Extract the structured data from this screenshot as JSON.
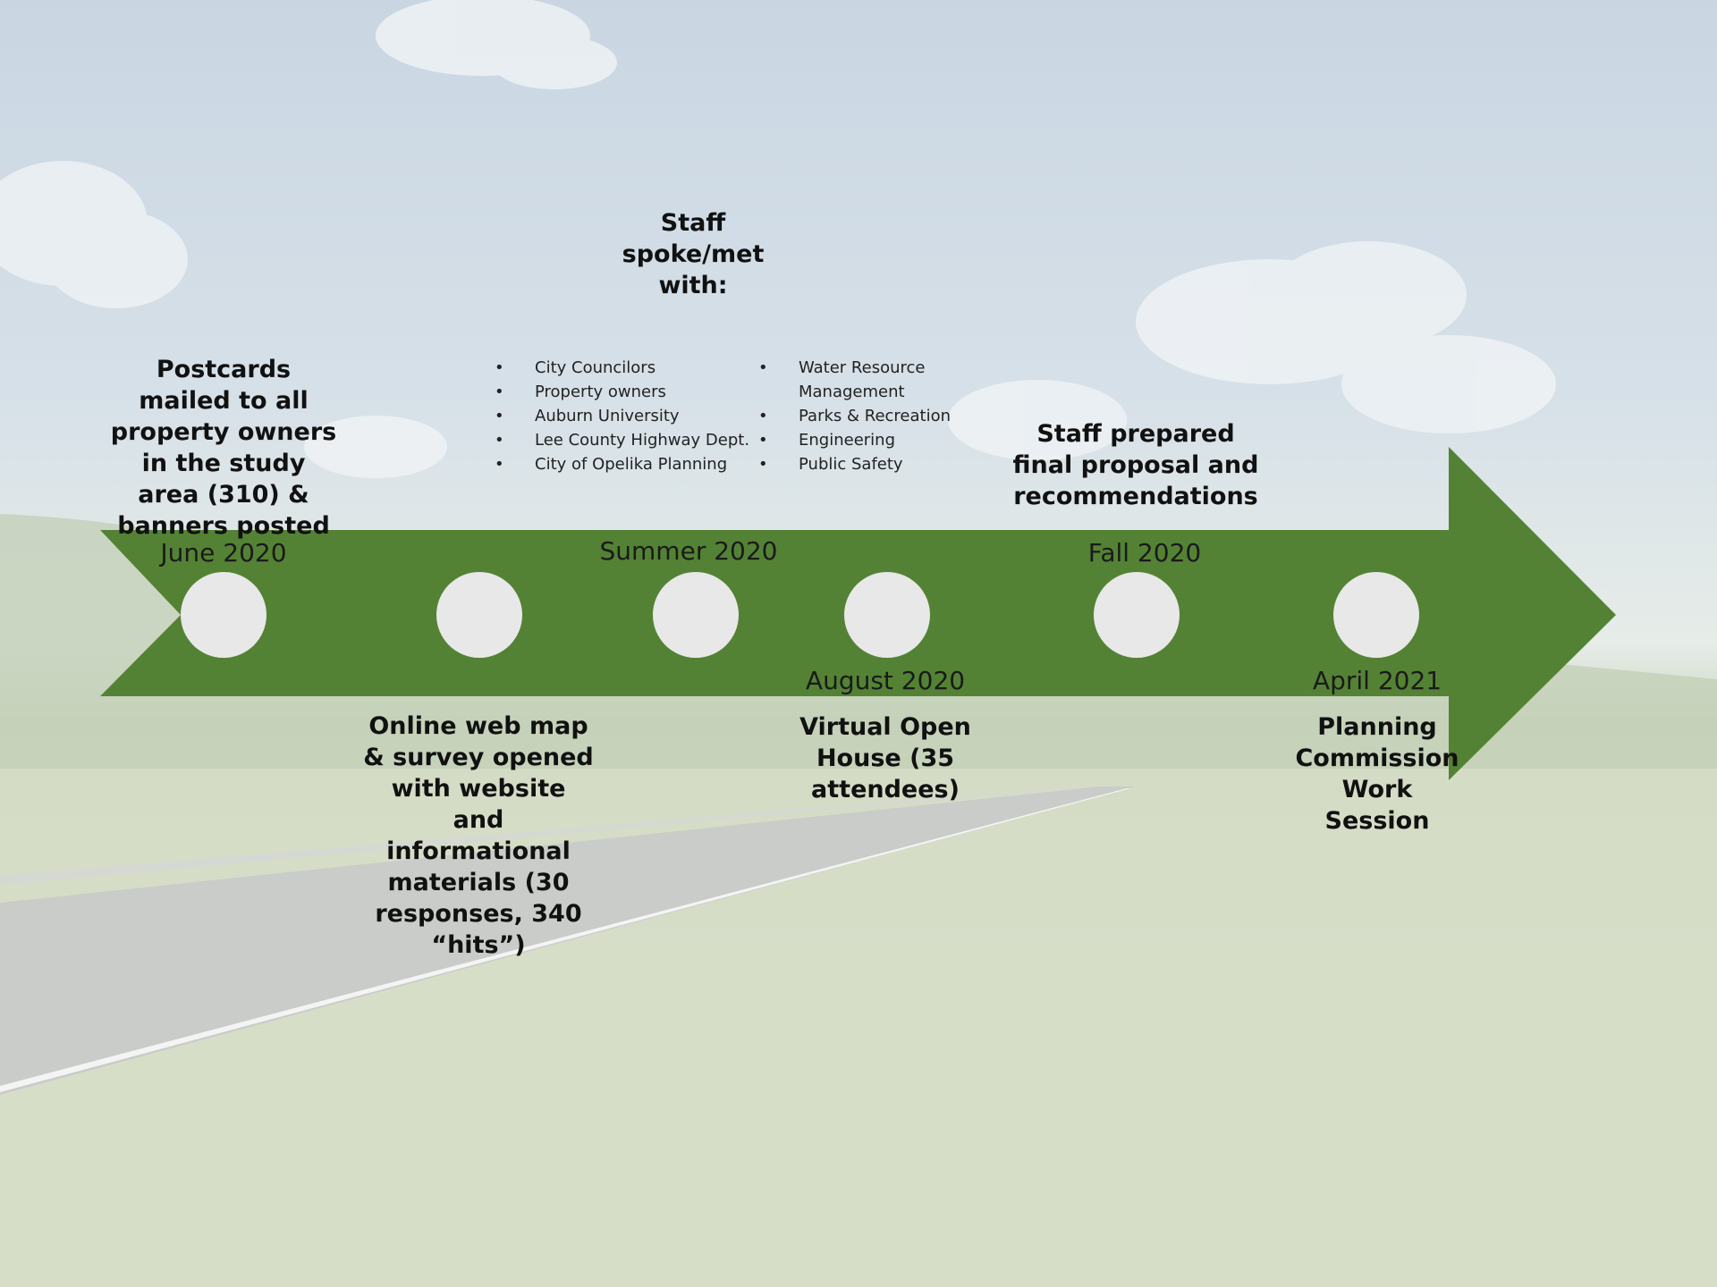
{
  "timeline": {
    "arrow_color": "#548235",
    "circle_color": "#e8e8e8",
    "milestones": [
      {
        "date": "June 2020",
        "description": "Postcards mailed to all property owners in the study area (310) & banners posted"
      },
      {
        "date": "",
        "description": "Online web map & survey opened with website and informational materials (30 responses, 340 “hits”)"
      },
      {
        "date": "Summer 2020",
        "description": "Staff spoke/met with:"
      },
      {
        "date": "August 2020",
        "description": "Virtual Open House (35 attendees)"
      },
      {
        "date": "Fall 2020",
        "description": "Staff prepared final proposal and recommendations"
      },
      {
        "date": "April 2021",
        "description": "Planning Commission Work Session"
      }
    ],
    "staff_contacts_left": [
      "City Councilors",
      "Property owners",
      "Auburn University",
      "Lee County Highway Dept.",
      "City of Opelika Planning"
    ],
    "staff_contacts_right": [
      "Water Resource",
      "Management",
      "Parks & Recreation",
      "Engineering",
      "Public Safety"
    ]
  }
}
